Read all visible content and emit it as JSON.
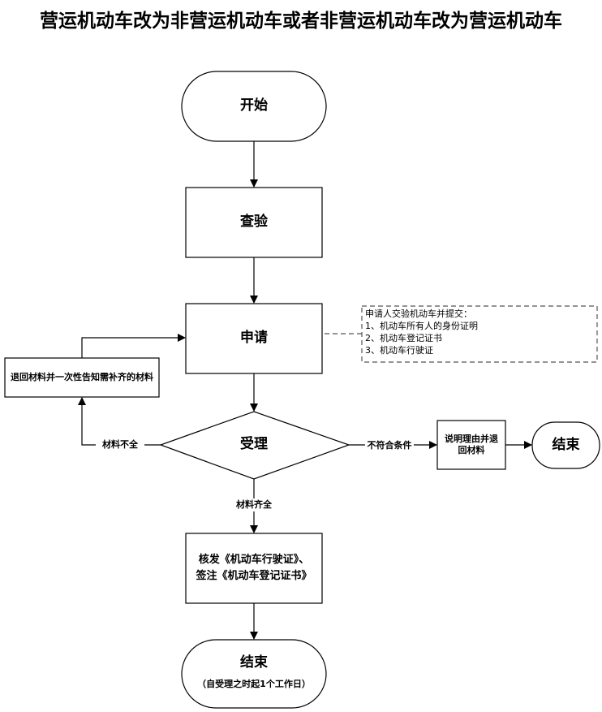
{
  "title": "营运机动车改为非营运机动车或者非营运机动车改为营运机动车",
  "nodes": {
    "start": "开始",
    "inspect": "查验",
    "apply": "申请",
    "return_materials": "退回材料并一次性告知需补齐的材料",
    "accept": "受理",
    "explain_return": "说明理由并退回材料",
    "end_reject": "结束",
    "issue_line1": "核发《机动车行驶证》、",
    "issue_line2": "签注《机动车登记证书》",
    "end": "结束",
    "end_note": "（自受理之时起1个工作日）"
  },
  "edges": {
    "incomplete": "材料不全",
    "not_qualified": "不符合条件",
    "complete": "材料齐全"
  },
  "note": {
    "heading": "申请人交验机动车并提交：",
    "items": [
      "1、机动车所有人的身份证明",
      "2、机动车登记证书",
      "3、机动车行驶证"
    ]
  }
}
